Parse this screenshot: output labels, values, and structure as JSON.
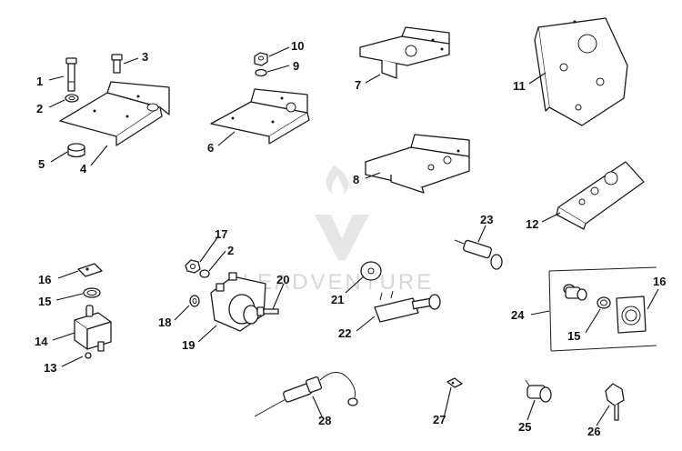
{
  "watermark": {
    "text": "LEADVENTURE"
  },
  "callouts": [
    {
      "id": "c1",
      "text": "1"
    },
    {
      "id": "c2a",
      "text": "2"
    },
    {
      "id": "c3",
      "text": "3"
    },
    {
      "id": "c4",
      "text": "4"
    },
    {
      "id": "c5",
      "text": "5"
    },
    {
      "id": "c6",
      "text": "6"
    },
    {
      "id": "c7",
      "text": "7"
    },
    {
      "id": "c8",
      "text": "8"
    },
    {
      "id": "c9",
      "text": "9"
    },
    {
      "id": "c10",
      "text": "10"
    },
    {
      "id": "c11",
      "text": "11"
    },
    {
      "id": "c12",
      "text": "12"
    },
    {
      "id": "c13",
      "text": "13"
    },
    {
      "id": "c14",
      "text": "14"
    },
    {
      "id": "c15a",
      "text": "15"
    },
    {
      "id": "c15b",
      "text": "15"
    },
    {
      "id": "c16a",
      "text": "16"
    },
    {
      "id": "c16b",
      "text": "16"
    },
    {
      "id": "c17",
      "text": "17"
    },
    {
      "id": "c2b",
      "text": "2"
    },
    {
      "id": "c18",
      "text": "18"
    },
    {
      "id": "c19",
      "text": "19"
    },
    {
      "id": "c20",
      "text": "20"
    },
    {
      "id": "c21",
      "text": "21"
    },
    {
      "id": "c22",
      "text": "22"
    },
    {
      "id": "c23",
      "text": "23"
    },
    {
      "id": "c24",
      "text": "24"
    },
    {
      "id": "c25",
      "text": "25"
    },
    {
      "id": "c26",
      "text": "26"
    },
    {
      "id": "c27",
      "text": "27"
    },
    {
      "id": "c28",
      "text": "28"
    }
  ]
}
